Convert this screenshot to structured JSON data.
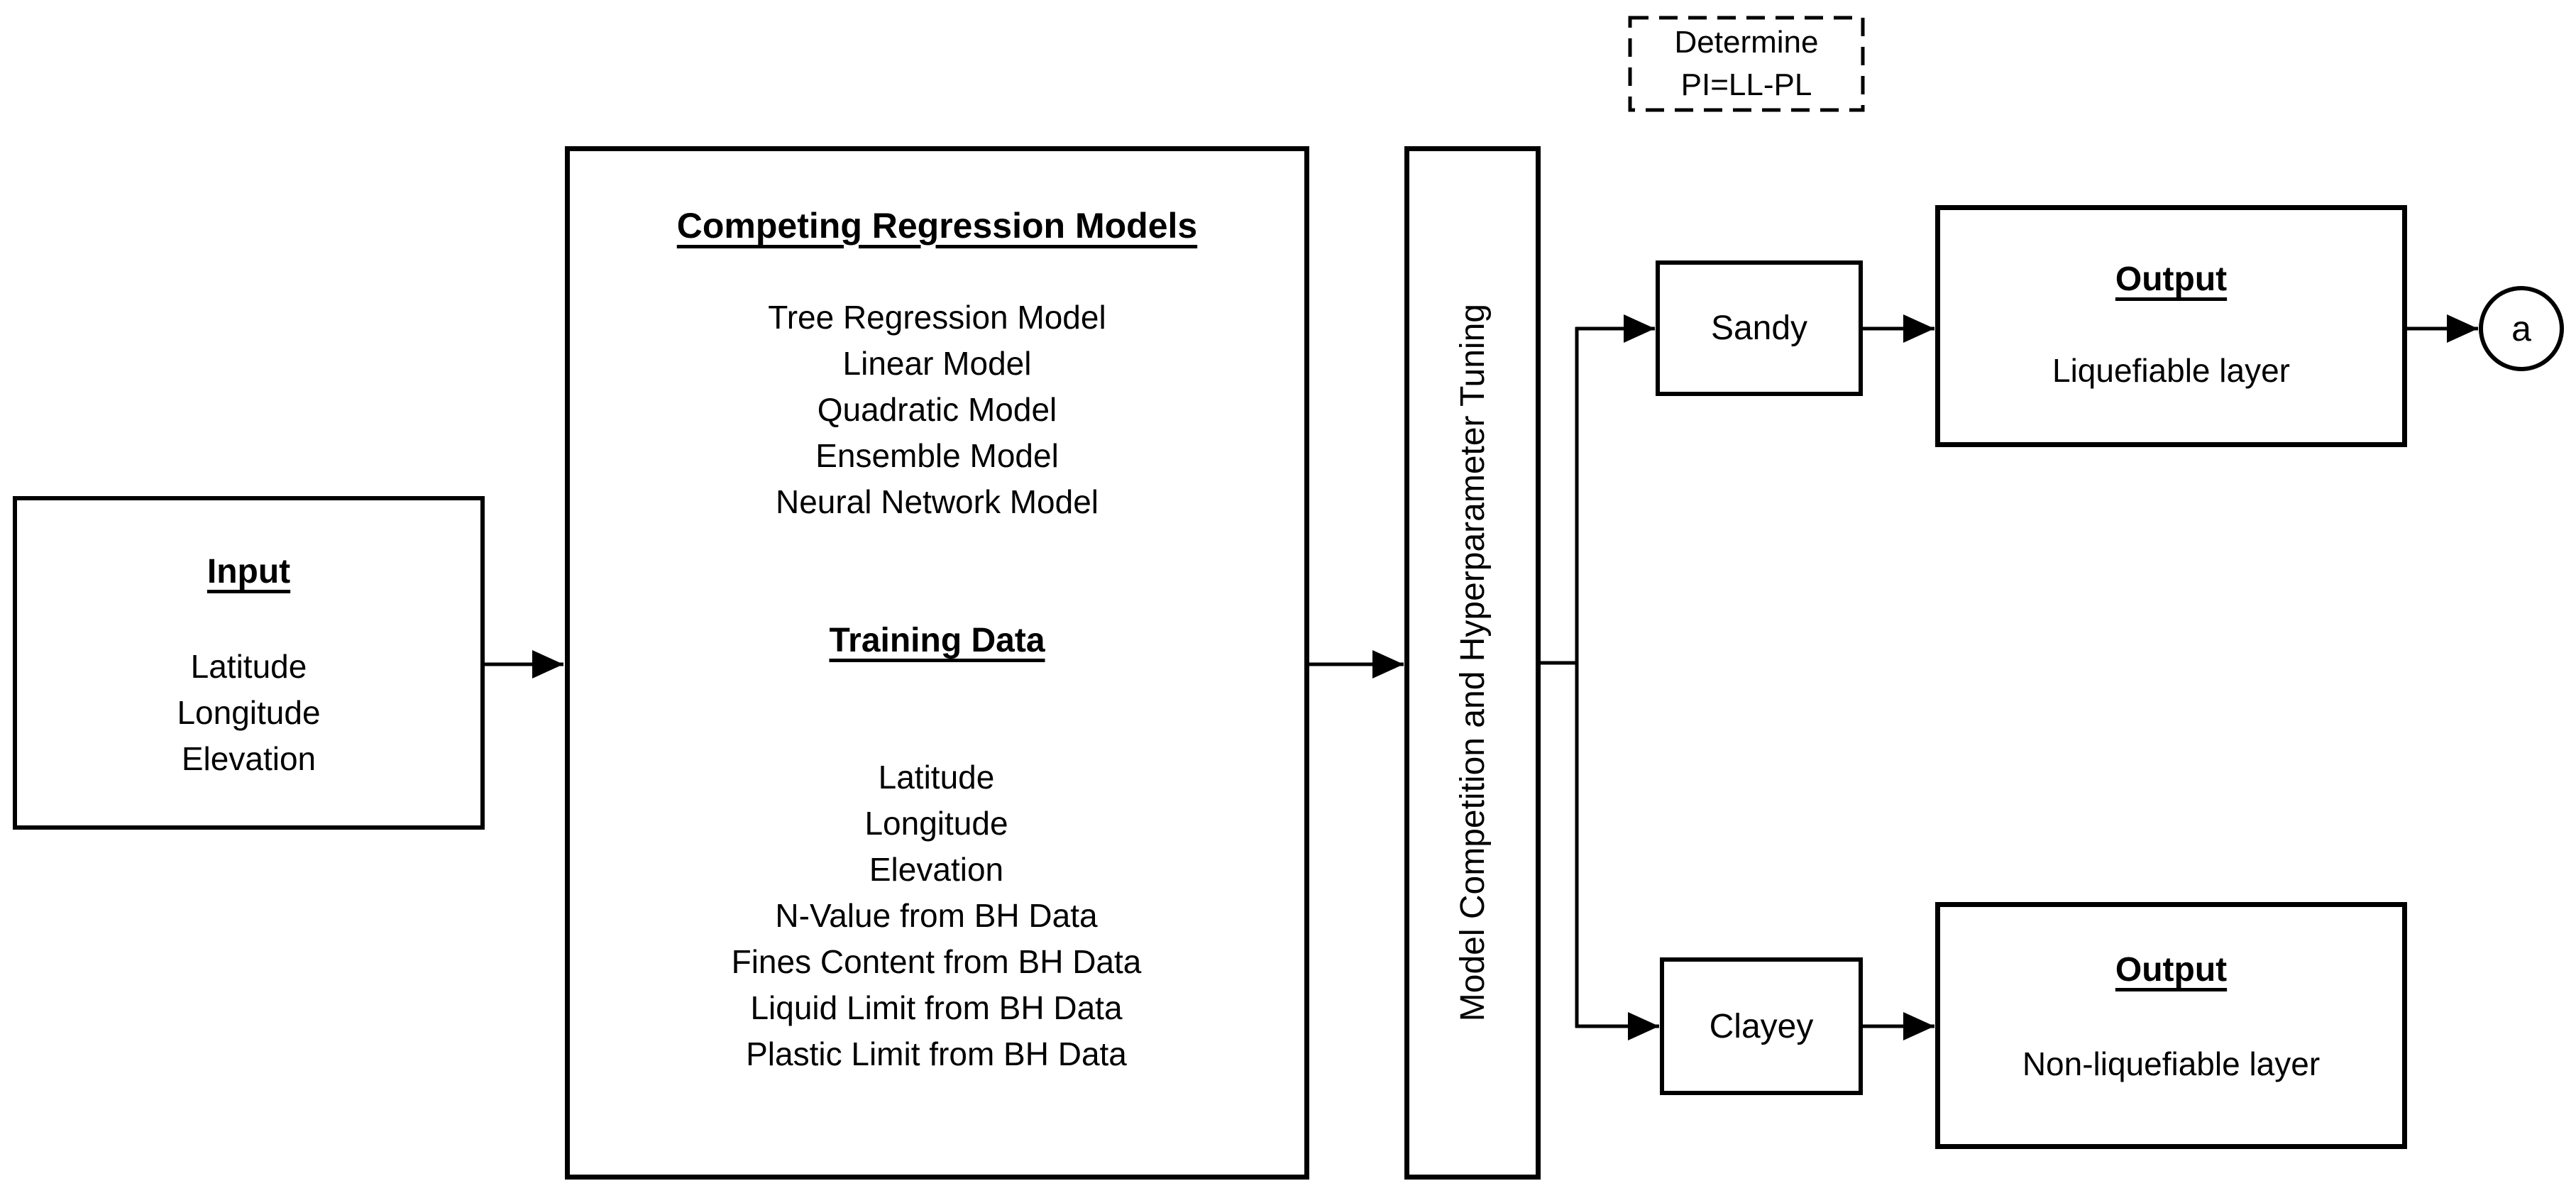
{
  "diagram": {
    "colors": {
      "line": "#000000",
      "background": "#ffffff"
    },
    "input_box": {
      "title": "Input",
      "items": [
        "Latitude",
        "Longitude",
        "Elevation"
      ]
    },
    "models_box": {
      "title": "Competing Regression Models",
      "models": [
        "Tree Regression Model",
        "Linear Model",
        "Quadratic Model",
        "Ensemble Model",
        "Neural Network Model"
      ],
      "training_title": "Training Data",
      "training_items": [
        "Latitude",
        "Longitude",
        "Elevation",
        "N-Value from BH Data",
        "Fines Content from BH Data",
        "Liquid Limit from BH Data",
        "Plastic Limit from BH Data"
      ]
    },
    "tuning_box": {
      "label": "Model Competition and Hyperparameter Tuning"
    },
    "determine_box": {
      "line1": "Determine",
      "line2": "PI=LL-PL"
    },
    "sandy_box": {
      "label": "Sandy"
    },
    "clayey_box": {
      "label": "Clayey"
    },
    "output_liquefiable": {
      "title": "Output",
      "label": "Liquefiable layer"
    },
    "output_non_liquefiable": {
      "title": "Output",
      "label": "Non-liquefiable layer"
    },
    "connector_a": {
      "label": "a"
    }
  }
}
